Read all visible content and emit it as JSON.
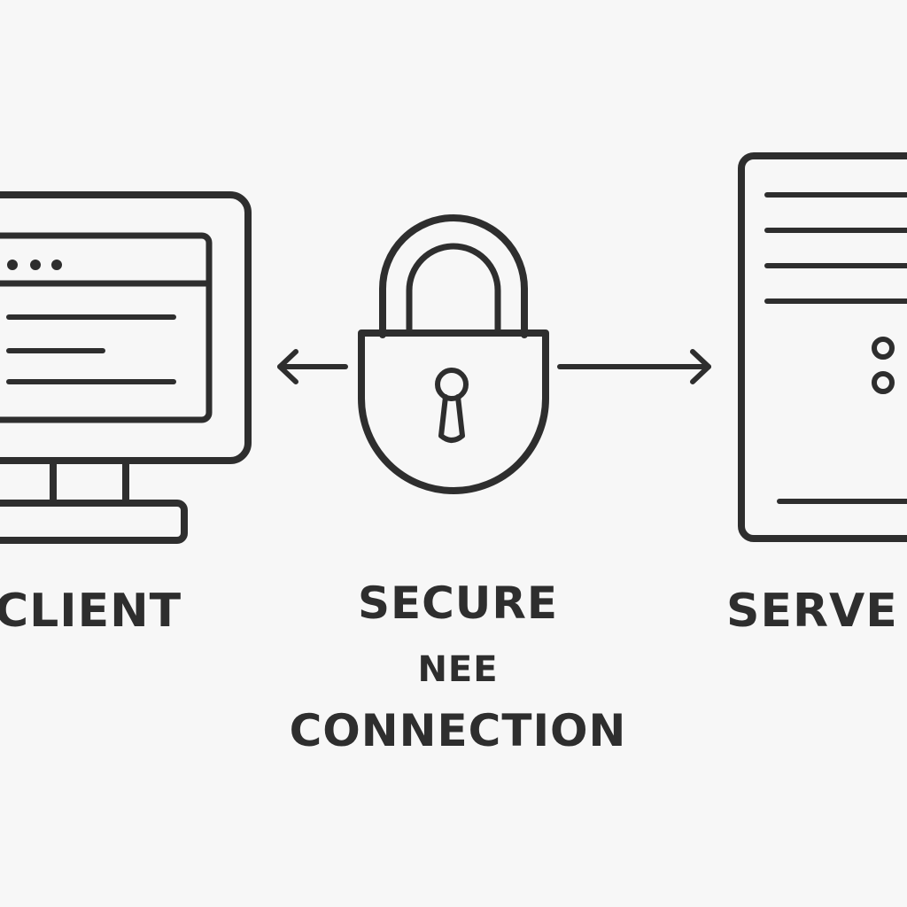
{
  "labels": {
    "client": "CLIENT",
    "connection_line1": "SECURE",
    "connection_line2": "NEE",
    "connection_line3": "CONNECTION",
    "server": "SERVE"
  },
  "icons": {
    "client": "desktop-monitor-icon",
    "lock": "padlock-icon",
    "server": "server-tower-icon",
    "left_arrow": "arrow-left-icon",
    "right_arrow": "arrow-right-icon"
  },
  "colors": {
    "background": "#f7f7f7",
    "stroke": "#2e2e2e"
  }
}
